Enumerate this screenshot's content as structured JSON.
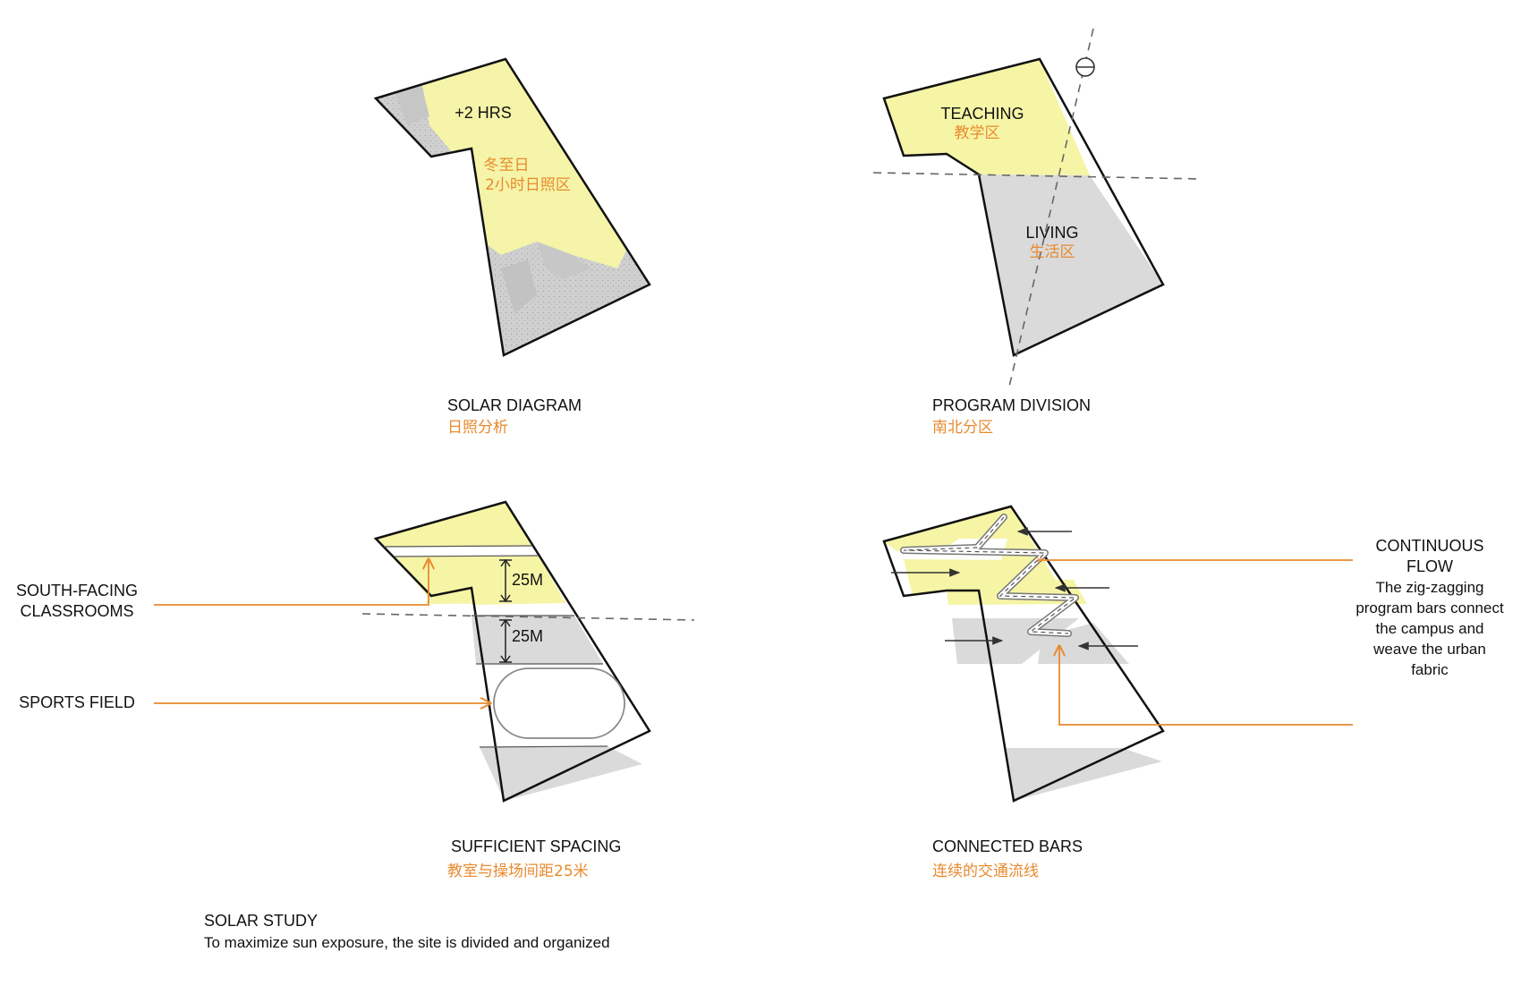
{
  "colors": {
    "yellow": "#f6f5a6",
    "yellow_light": "#f8f8c3",
    "gray": "#dadada",
    "outline": "#111111",
    "accent_orange": "#e88a2e",
    "dash": "#666666"
  },
  "panels": {
    "solar": {
      "label_hours": "+2 HRS",
      "label_cn_1": "冬至日",
      "label_cn_2": "2小时日照区",
      "caption_en": "SOLAR DIAGRAM",
      "caption_cn": "日照分析"
    },
    "program": {
      "teaching_en": "TEACHING",
      "teaching_cn": "教学区",
      "living_en": "LIVING",
      "living_cn": "生活区",
      "caption_en": "PROGRAM DIVISION",
      "caption_cn": "南北分区"
    },
    "spacing": {
      "dim_top": "25M",
      "dim_bottom": "25M",
      "callout_classrooms_1": "SOUTH-FACING",
      "callout_classrooms_2": "CLASSROOMS",
      "callout_field": "SPORTS FIELD",
      "caption_en": "SUFFICIENT SPACING",
      "caption_cn": "教室与操场间距25米"
    },
    "bars": {
      "callout_title_1": "CONTINUOUS",
      "callout_title_2": "FLOW",
      "callout_desc_1": "The zig-zagging",
      "callout_desc_2": "program bars connect",
      "callout_desc_3": "the campus and",
      "callout_desc_4": "weave the urban",
      "callout_desc_5": "fabric",
      "caption_en": "CONNECTED BARS",
      "caption_cn": "连续的交通流线"
    }
  },
  "footer": {
    "title": "SOLAR STUDY",
    "subtitle": "To maximize sun exposure, the site is divided and organized"
  }
}
